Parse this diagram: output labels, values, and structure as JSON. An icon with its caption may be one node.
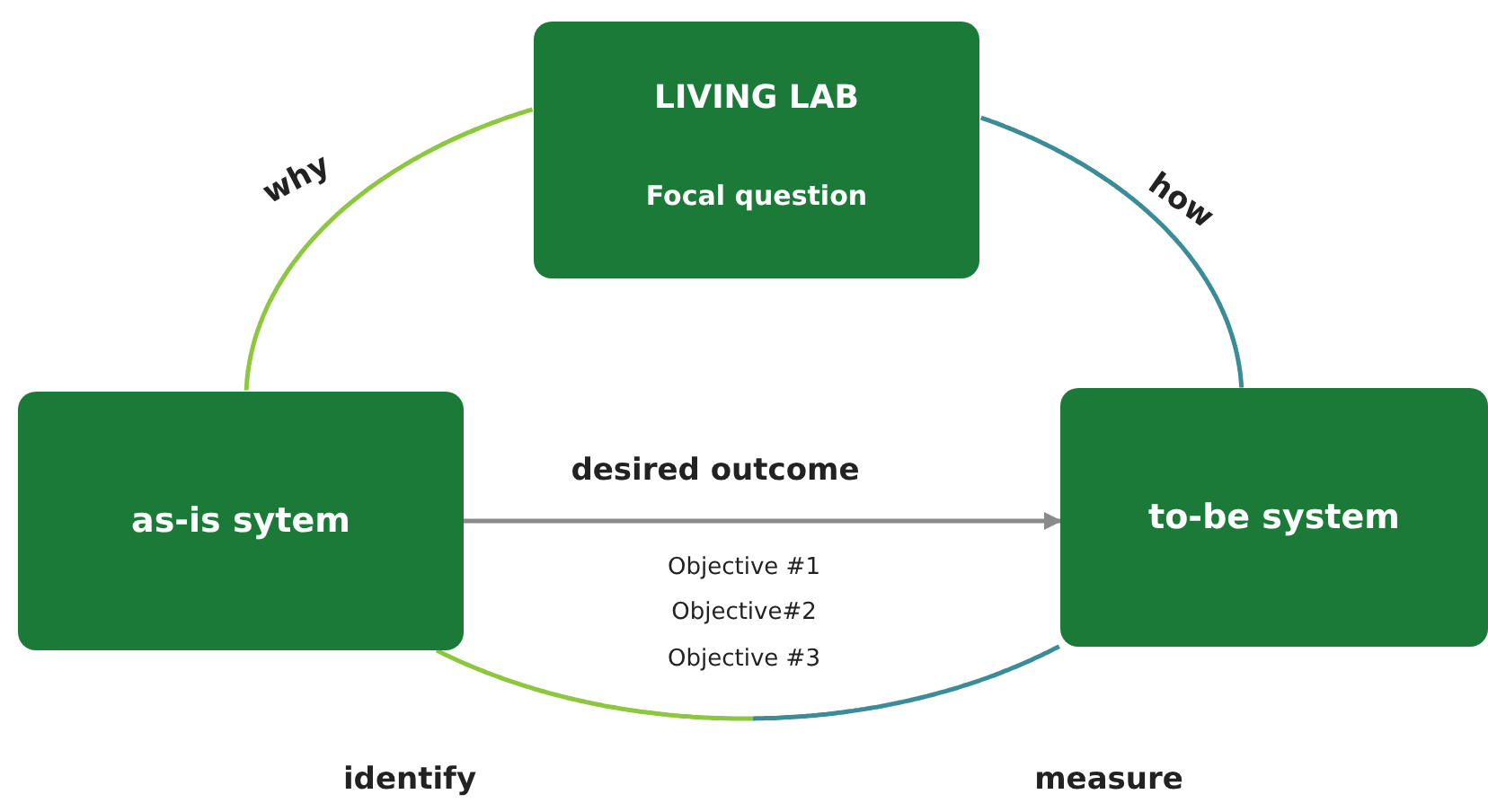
{
  "diagram": {
    "nodes": [
      {
        "text": [
          "LIVING LAB",
          "Focal question"
        ]
      },
      {
        "text": [
          "as-is sytem"
        ]
      },
      {
        "text": [
          "to-be system"
        ]
      }
    ],
    "edges": [
      {
        "from": 0,
        "to": 1,
        "arrow": "none",
        "label": "why",
        "color": "#8dc63f"
      },
      {
        "from": 0,
        "to": 2,
        "arrow": "none",
        "label": "how",
        "color": "#3a8c97"
      },
      {
        "from": 1,
        "to": 2,
        "arrow": "none",
        "color": "#8dc63f"
      },
      {
        "from": 1,
        "to": 2,
        "arrow": "to",
        "label": "desired outcome",
        "color": "#8a8a8a"
      }
    ],
    "labels": [
      "Objective #1",
      "Objective#2",
      "Objective #3",
      "identify",
      "measure"
    ]
  }
}
